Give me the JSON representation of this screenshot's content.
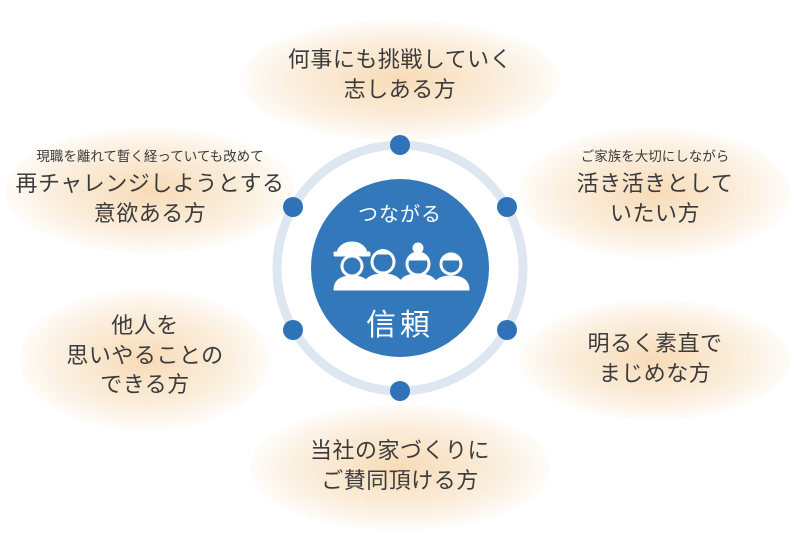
{
  "center": {
    "title": "つながる",
    "trust": "信頼",
    "icon": "people-group-icon"
  },
  "items": [
    {
      "lines": [
        "何事にも挑戦していく",
        "志しある方"
      ]
    },
    {
      "small": "ご家族を大切にしながら",
      "lines": [
        "活き活きとして",
        "いたい方"
      ]
    },
    {
      "lines": [
        "明るく素直で",
        "まじめな方"
      ]
    },
    {
      "lines": [
        "当社の家づくりに",
        "ご賛同頂ける方"
      ]
    },
    {
      "lines": [
        "他人を",
        "思いやることの",
        "できる方"
      ]
    },
    {
      "small": "現職を離れて暫く経っていても改めて",
      "lines": [
        "再チャレンジしようとする",
        "意欲ある方"
      ]
    }
  ],
  "colors": {
    "ring": "#dde6f1",
    "dot": "#2f72b7",
    "center": "#3378bb",
    "glow": "#f6d5aa"
  }
}
